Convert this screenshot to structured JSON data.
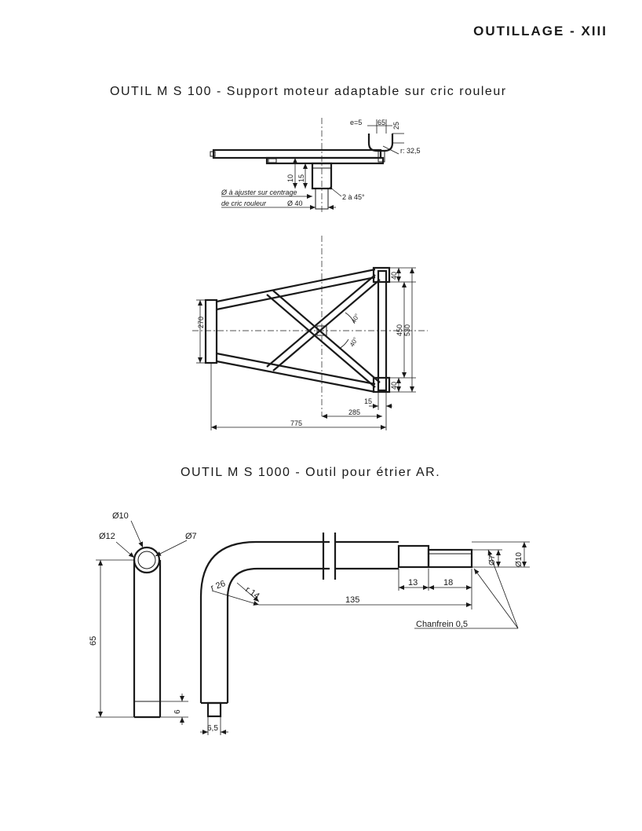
{
  "page": {
    "header": "OUTILLAGE - XIII"
  },
  "tool_ms100": {
    "title": "OUTIL M S 100 - Support moteur adaptable sur cric rouleur",
    "side_view": {
      "dim_e": "e=5",
      "dim_65": "65",
      "dim_25": "25",
      "dim_r325": "r: 32,5",
      "dim_10": "10",
      "dim_15": "15",
      "note_ajuster_1": "Ø à ajuster sur centrage",
      "note_ajuster_2": "de cric rouleur",
      "dim_phi40": "Ø 40",
      "dim_chamfer": "2 à 45°"
    },
    "top_view": {
      "dim_270": "270",
      "dim_40_top": "40",
      "dim_40_bottom": "40",
      "dim_450": "450",
      "dim_530": "530",
      "dim_angle_1": "40°",
      "dim_angle_2": "40°",
      "dim_15": "15",
      "dim_285": "285",
      "dim_775": "775"
    }
  },
  "tool_ms1000": {
    "title": "OUTIL M S 1000 - Outil pour étrier AR.",
    "end_view": {
      "dim_phi10": "Ø10",
      "dim_phi12": "Ø12",
      "dim_phi7": "Ø7",
      "dim_65": "65",
      "dim_6": "6"
    },
    "bent_view": {
      "dim_r26": "r 26",
      "dim_r14": "r 14",
      "dim_135": "135",
      "dim_13": "13",
      "dim_18": "18",
      "dim_phi7": "Ø7",
      "dim_phi10": "Ø10",
      "dim_65": "6,5",
      "note_chanfrein": "Chanfrein 0,5"
    }
  }
}
